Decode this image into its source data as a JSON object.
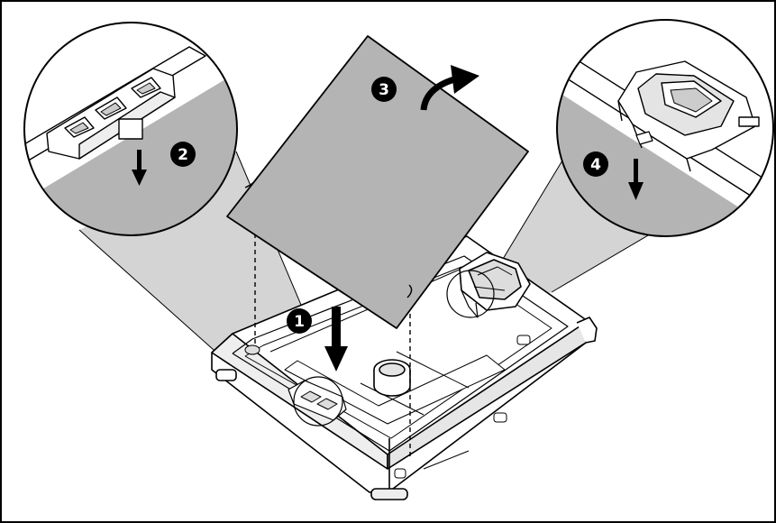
{
  "figure": {
    "frame_color": "#000000",
    "panel_color": "#b4b4b4",
    "callout_fill_color": "#d4d4d4",
    "line_color": "#000000"
  },
  "steps": [
    {
      "number": "1",
      "icon": "arrow-down-icon"
    },
    {
      "number": "2",
      "icon": "arrow-down-icon"
    },
    {
      "number": "3",
      "icon": "rotate-arrow-icon"
    },
    {
      "number": "4",
      "icon": "arrow-down-icon"
    }
  ]
}
